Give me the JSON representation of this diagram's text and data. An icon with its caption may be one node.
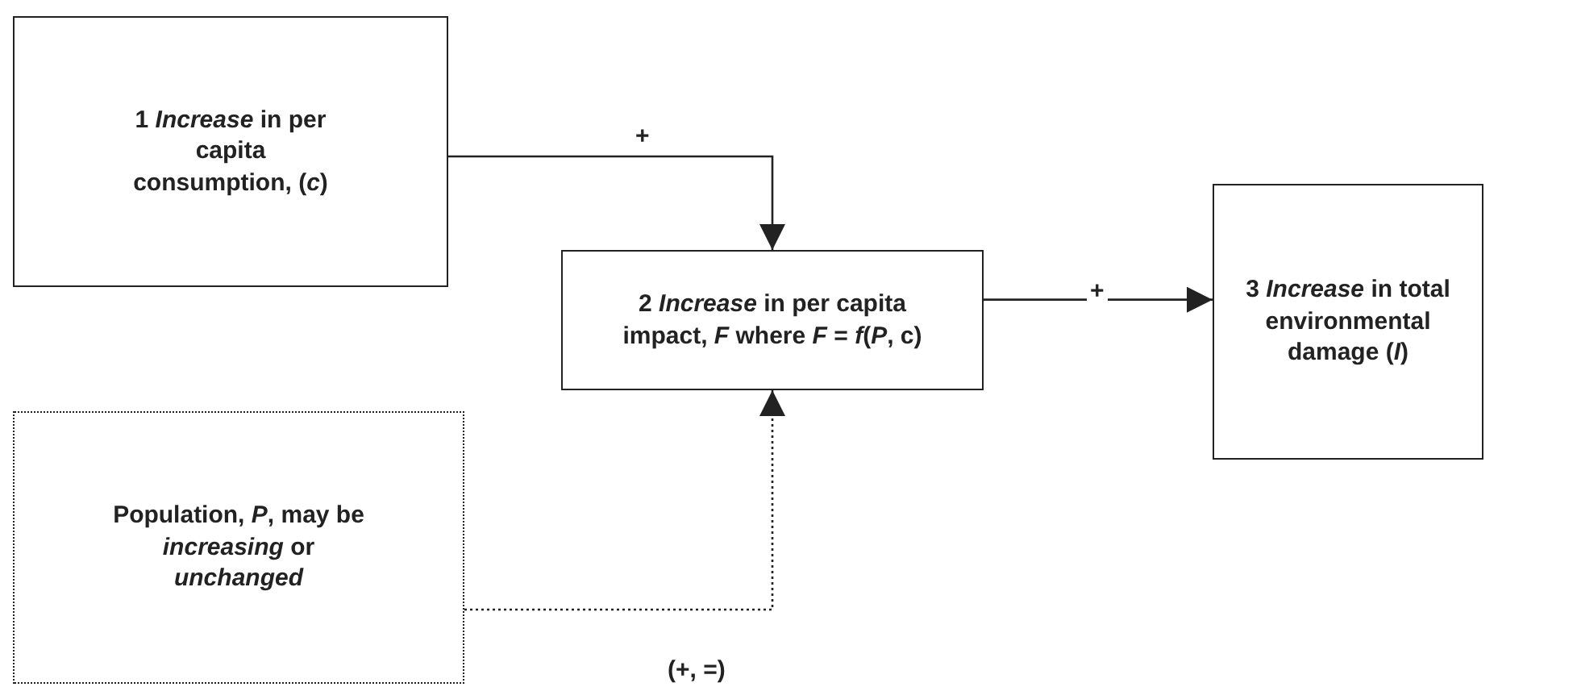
{
  "diagram": {
    "nodes": [
      {
        "text": [
          "1 *Increase* in per capita consumption, (*c*)"
        ]
      },
      {
        "text": [
          "Population, *P*, may be *increasing* or *unchanged*"
        ]
      },
      {
        "text": [
          "2 *Increase* in per capita impact, *F* where *F* = *f*(*P*, c)"
        ]
      },
      {
        "text": [
          "3 *Increase* in total environmental damage (*I*)"
        ]
      }
    ],
    "edges": [
      {
        "from": 0,
        "to": 2,
        "arrow": "to",
        "label": "+"
      },
      {
        "from": 1,
        "to": 2,
        "arrow": "to",
        "label": "(+, =)",
        "style": "dashed"
      },
      {
        "from": 2,
        "to": 3,
        "arrow": "to",
        "label": "+"
      }
    ]
  }
}
